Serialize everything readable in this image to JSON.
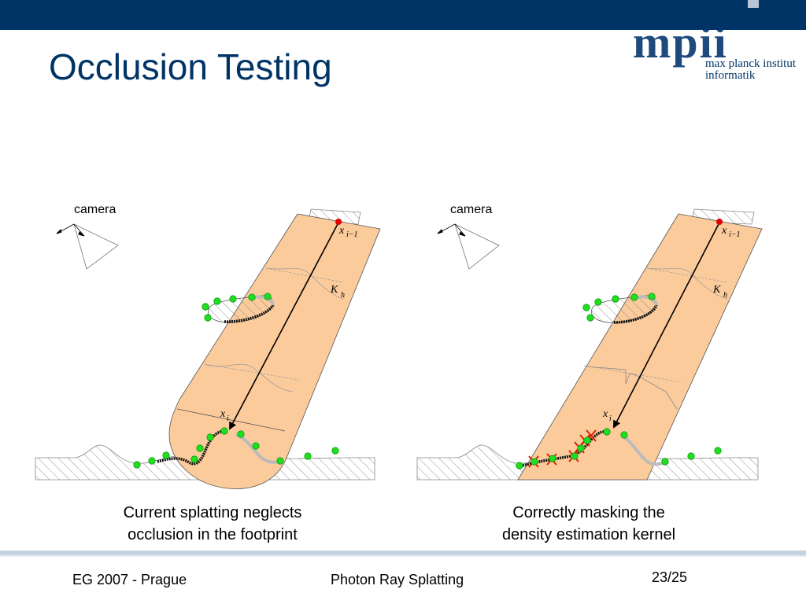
{
  "slide": {
    "title": "Occlusion Testing"
  },
  "logo": {
    "mark": "mpii",
    "line1": "max planck institut",
    "line2": "informatik"
  },
  "diagrams": {
    "left": {
      "camera_label": "camera",
      "labels": {
        "x_prev": "x",
        "x_prev_sub": "i−1",
        "kernel": "K",
        "kernel_sub": "h",
        "x_cur": "x",
        "x_cur_sub": "i"
      },
      "caption_line1": "Current splatting neglects",
      "caption_line2": "occlusion in the footprint"
    },
    "right": {
      "camera_label": "camera",
      "labels": {
        "x_prev": "x",
        "x_prev_sub": "i−1",
        "kernel": "K",
        "kernel_sub": "h",
        "x_cur": "x",
        "x_cur_sub": "i"
      },
      "caption_line1": "Correctly masking the",
      "caption_line2": "density estimation kernel"
    }
  },
  "footer": {
    "left": "EG 2007 - Prague",
    "center": "Photon Ray Splatting",
    "page": "23/25"
  },
  "colors": {
    "brand_blue": "#003466",
    "kernel_fill": "#fbcb9c",
    "photon_green": "#1ee01e",
    "ray_start_red": "#e00000",
    "rejected_cross": "#e02000"
  }
}
